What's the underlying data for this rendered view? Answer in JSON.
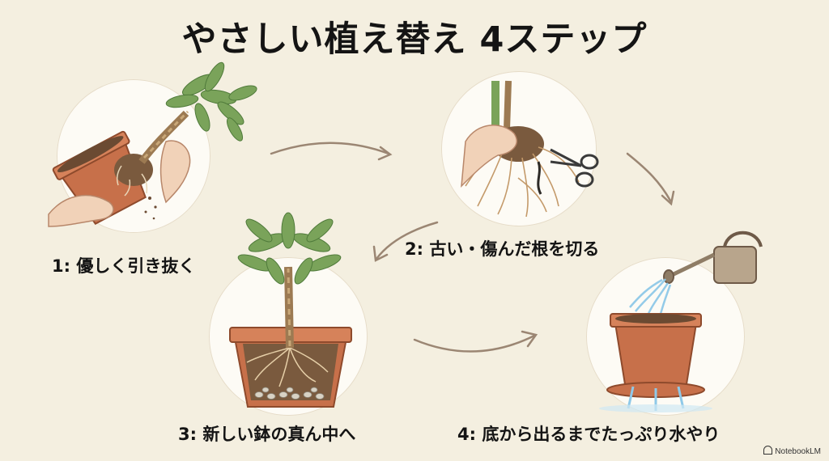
{
  "title": "やさしい植え替え 4ステップ",
  "steps": [
    {
      "label": "1: 優しく引き抜く"
    },
    {
      "label": "2: 古い・傷んだ根を切る"
    },
    {
      "label": "3: 新しい鉢の真ん中へ"
    },
    {
      "label": "4: 底から出るまでたっぷり水やり"
    }
  ],
  "watermark": "NotebookLM",
  "colors": {
    "background": "#f4efe0",
    "pot": "#c7704a",
    "leaf": "#7aa35a",
    "arrow": "#9b8673",
    "water": "#8fc9e8"
  }
}
